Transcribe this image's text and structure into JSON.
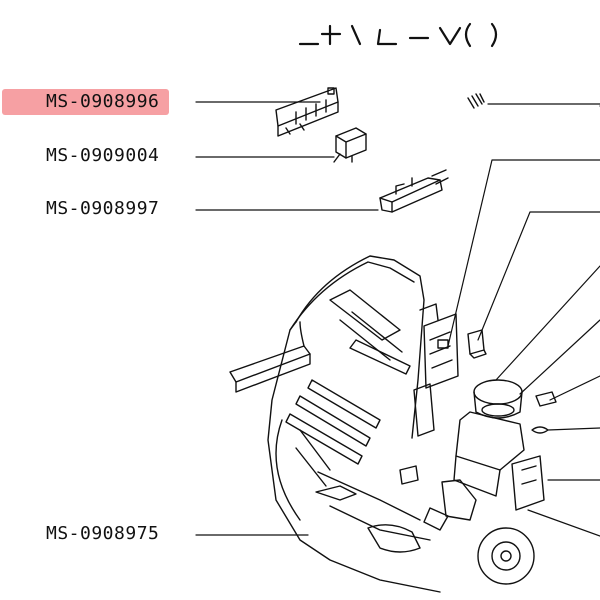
{
  "diagram": {
    "title_fragment": "",
    "labels": [
      {
        "id": "ms-0908996",
        "text": "MS-0908996",
        "highlighted": true
      },
      {
        "id": "ms-0909004",
        "text": "MS-0909004",
        "highlighted": false
      },
      {
        "id": "ms-0908997",
        "text": "MS-0908997",
        "highlighted": false
      },
      {
        "id": "ms-0908975",
        "text": "MS-0908975",
        "highlighted": false
      }
    ],
    "colors": {
      "highlight": "#f6a0a3",
      "line": "#111111"
    }
  }
}
